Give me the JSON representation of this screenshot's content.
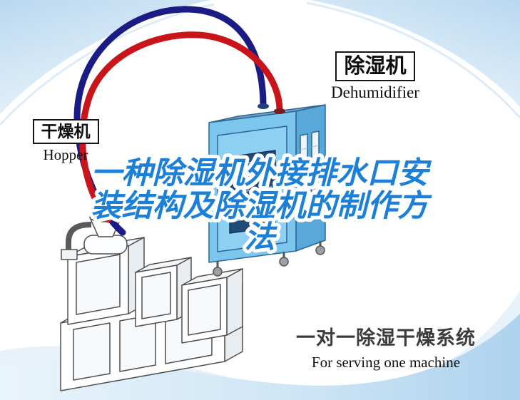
{
  "labels": {
    "hopper": {
      "cn": "干燥机",
      "en": "Hopper"
    },
    "dehumidifier": {
      "cn": "除湿机",
      "en": "Dehumidifier"
    }
  },
  "title": {
    "lines": [
      "一种除湿机外接排水口安",
      "装结构及除湿机的制作方",
      "法"
    ],
    "full": "一种除湿机外接排水口安装结构及除湿机的制作方法"
  },
  "caption": {
    "cn": "一对一除湿干燥系统",
    "en": "For serving one machine"
  },
  "colors": {
    "title_blue": "#1d80d8",
    "pipe_red": "#c9141a",
    "pipe_navy": "#1b1b86",
    "machine_body_blue": "#7cc6ee",
    "swoosh_blue": "#b7d7ef",
    "label_border": "#151515"
  }
}
